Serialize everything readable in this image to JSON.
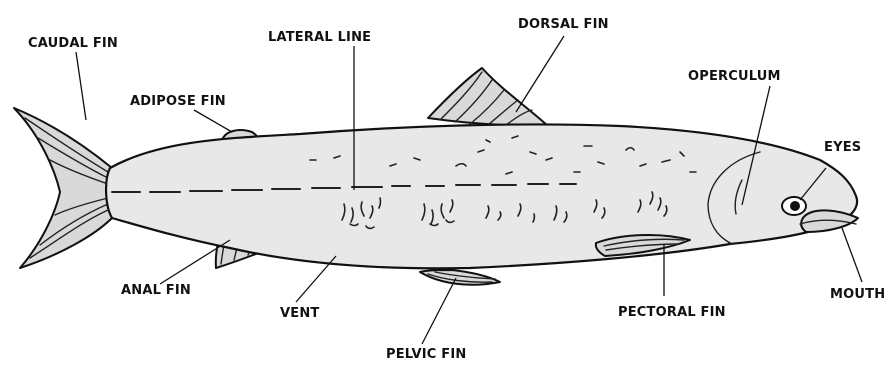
{
  "labels": {
    "caudal_fin": "CAUDAL FIN",
    "lateral_line": "LATERAL LINE",
    "dorsal_fin": "DORSAL FIN",
    "adipose_fin": "ADIPOSE FIN",
    "operculum": "OPERCULUM",
    "eyes": "EYES",
    "anal_fin": "ANAL FIN",
    "vent": "VENT",
    "pectoral_fin": "PECTORAL FIN",
    "mouth": "MOUTH",
    "pelvic_fin": "PELVIC FIN"
  }
}
